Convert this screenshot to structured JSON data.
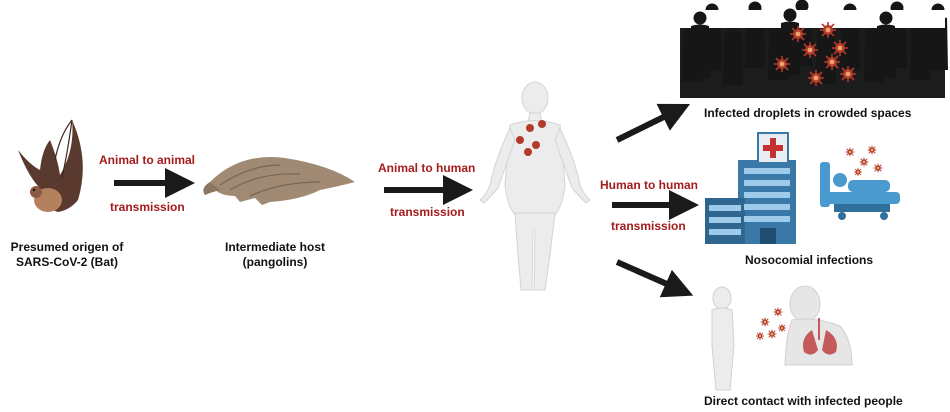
{
  "source": {
    "label_line1": "Presumed origen of",
    "label_line2": "SARS-CoV-2 (Bat)"
  },
  "step1": {
    "label_top": "Animal to animal",
    "label_bottom": "transmission"
  },
  "intermediate": {
    "label_line1": "Intermediate host",
    "label_line2": "(pangolins)"
  },
  "step2": {
    "label_top": "Animal to human",
    "label_bottom": "transmission"
  },
  "step3": {
    "label_top": "Human to human",
    "label_bottom": "transmission"
  },
  "outcomes": [
    {
      "label": "Infected droplets in crowded spaces"
    },
    {
      "label": "Nosocomial infections"
    },
    {
      "label": "Direct contact with infected people"
    }
  ],
  "colors": {
    "transmission_text": "#a51c1c",
    "arrow": "#1a1a1a",
    "virus": "#b23a2a",
    "hospital": "#3a78a8",
    "bed": "#4a9ad0"
  }
}
